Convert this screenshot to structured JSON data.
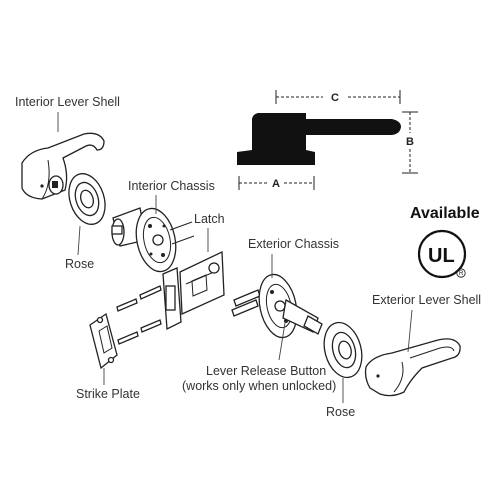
{
  "labels": {
    "interior_lever_shell": "Interior Lever Shell",
    "interior_chassis": "Interior Chassis",
    "rose_left": "Rose",
    "latch": "Latch",
    "exterior_chassis": "Exterior Chassis",
    "exterior_lever_shell": "Exterior Lever Shell",
    "strike_plate": "Strike Plate",
    "lever_release_line1": "Lever Release Button",
    "lever_release_line2": "(works only when unlocked)",
    "rose_right": "Rose"
  },
  "dimensions": {
    "a": "A",
    "b": "B",
    "c": "C"
  },
  "badge": {
    "available": "Available",
    "mark": "UL",
    "registered": "R"
  },
  "colors": {
    "ink": "#222222",
    "fill": "#111111",
    "background": "#ffffff"
  }
}
